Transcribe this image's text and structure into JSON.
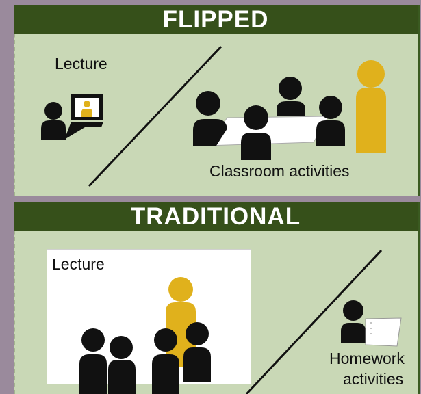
{
  "flipped": {
    "title": "FLIPPED",
    "lecture_label": "Lecture",
    "activities_label": "Classroom activities"
  },
  "traditional": {
    "title": "TRADITIONAL",
    "lecture_label": "Lecture",
    "homework_label_line1": "Homework",
    "homework_label_line2": "activities"
  },
  "colors": {
    "banner": "#36501a",
    "panel": "#c9d8b6",
    "background": "#9a8a9c",
    "person": "#111111",
    "teacher": "#e0b11c"
  },
  "icons": [
    "person-icon",
    "teacher-icon",
    "laptop-icon",
    "table-icon",
    "worksheet-icon",
    "divider-line"
  ]
}
